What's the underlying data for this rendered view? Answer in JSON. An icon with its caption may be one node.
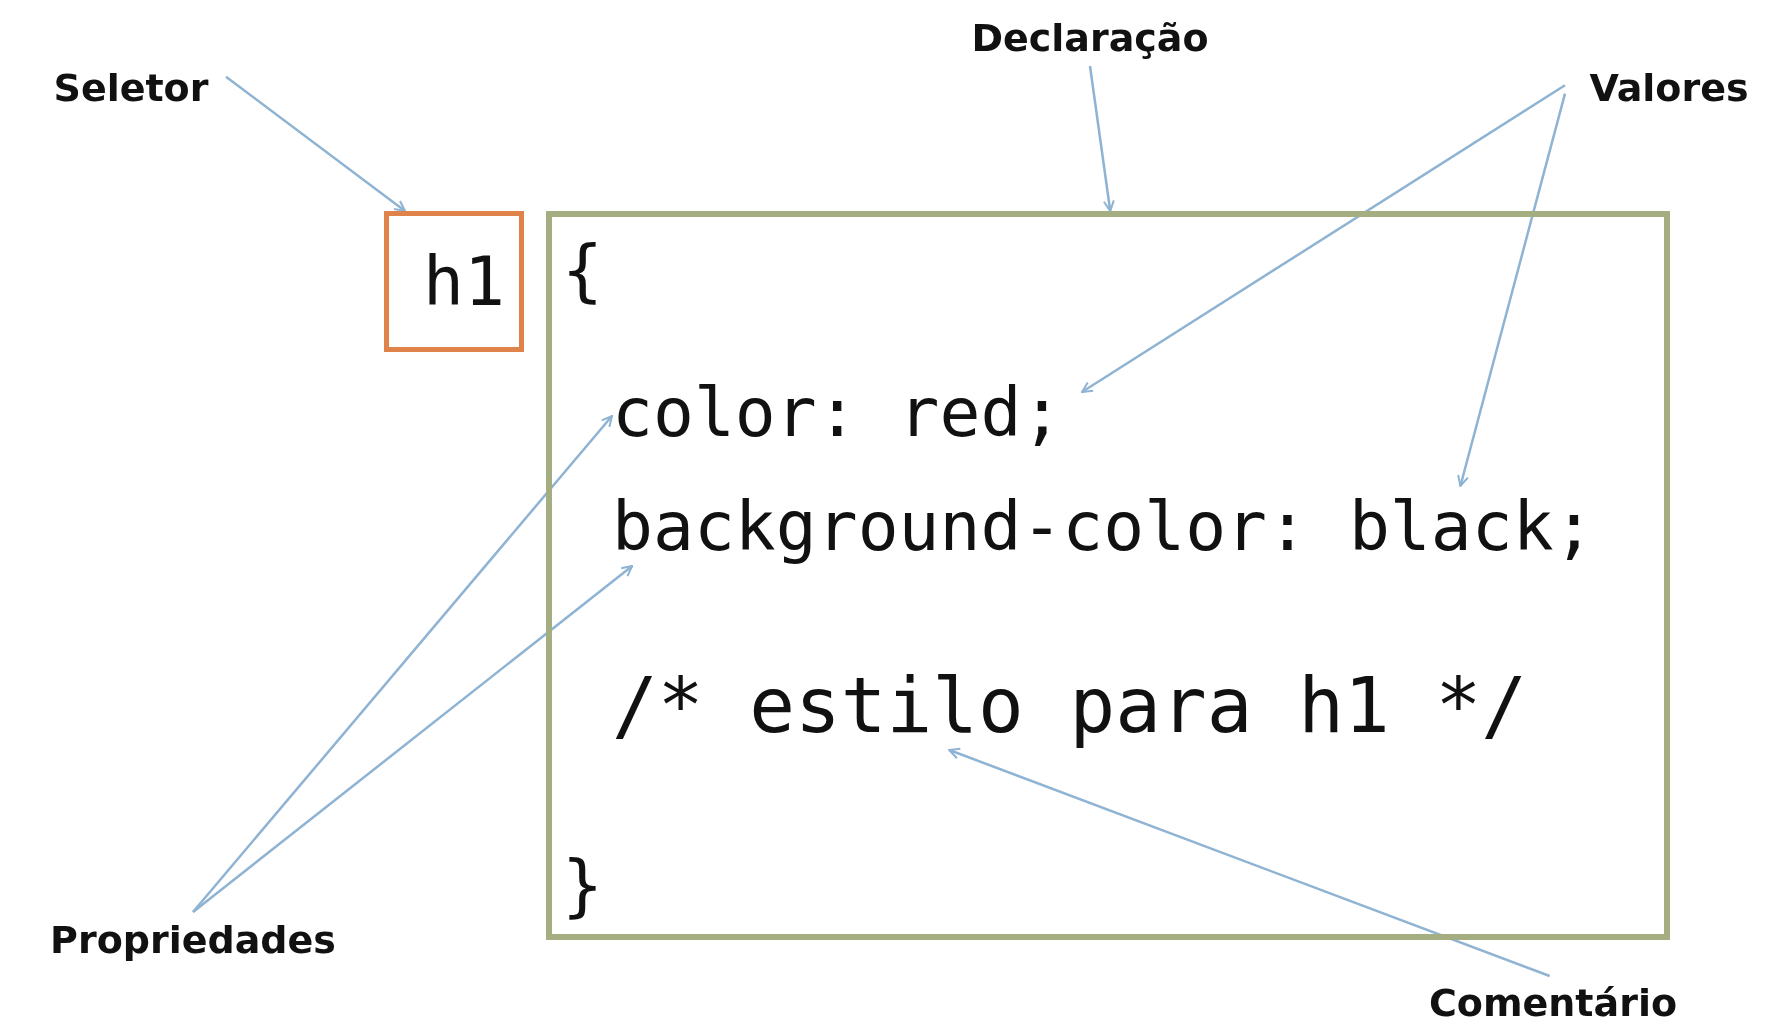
{
  "diagram": {
    "nodes": [
      {
        "text": [
          "Declaração"
        ]
      },
      {
        "text": [
          "Seletor"
        ]
      },
      {
        "text": [
          "Valores"
        ]
      },
      {
        "text": [
          "h1"
        ]
      },
      {
        "text": [
          "{",
          "}"
        ]
      },
      {
        "text": [
          "color: red;"
        ],
        "in": 4
      },
      {
        "text": [
          "background-color: black;"
        ],
        "in": 4
      },
      {
        "text": [
          "/* estilo para h1 */"
        ],
        "in": 4
      },
      {
        "text": [
          "Propriedades"
        ]
      },
      {
        "text": [
          "Comentário"
        ]
      }
    ],
    "edges": [
      {
        "from": 1,
        "to": 3,
        "arrow": "to"
      },
      {
        "from": 0,
        "to": 4,
        "arrow": "to"
      },
      {
        "from": 2,
        "to": 5,
        "arrow": "to"
      },
      {
        "from": 2,
        "to": 6,
        "arrow": "to"
      },
      {
        "from": 8,
        "to": 5,
        "arrow": "to"
      },
      {
        "from": 8,
        "to": 6,
        "arrow": "to"
      },
      {
        "from": 9,
        "to": 7,
        "arrow": "to"
      }
    ]
  }
}
